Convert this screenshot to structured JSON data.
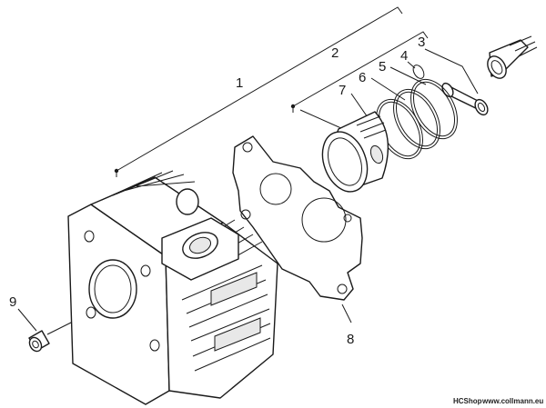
{
  "callouts": [
    {
      "number": "1"
    },
    {
      "number": "2"
    },
    {
      "number": "3"
    },
    {
      "number": "4"
    },
    {
      "number": "5"
    },
    {
      "number": "6"
    },
    {
      "number": "7"
    },
    {
      "number": "8"
    },
    {
      "number": "9"
    }
  ],
  "watermark": {
    "shop": "HCShop",
    "site": "www.collmann.eu"
  }
}
